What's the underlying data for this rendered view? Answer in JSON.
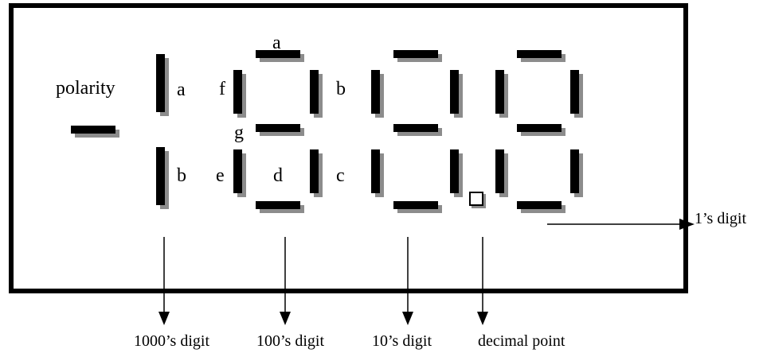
{
  "labels": {
    "polarity": "polarity",
    "seg_a_thousands": "a",
    "seg_b_thousands": "b",
    "seg_a": "a",
    "seg_b": "b",
    "seg_c": "c",
    "seg_d": "d",
    "seg_e": "e",
    "seg_f": "f",
    "seg_g": "g"
  },
  "captions": {
    "thousands": "1000’s digit",
    "hundreds": "100’s digit",
    "tens": "10’s digit",
    "decimal_point": "decimal point",
    "ones": "1’s digit"
  },
  "colors": {
    "segment": "#000000",
    "shadow": "#8c8c8c"
  }
}
